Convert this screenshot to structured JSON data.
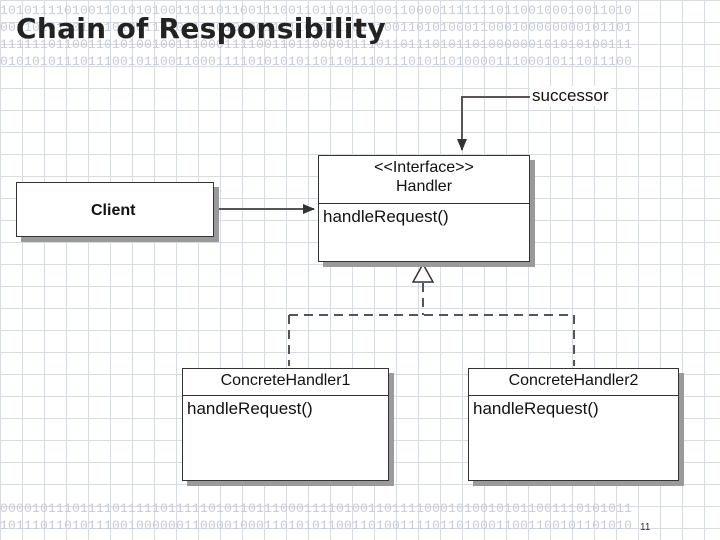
{
  "slide": {
    "title": "Chain of Responsibility",
    "page_number": "11"
  },
  "background": {
    "top_lines": [
      "1010111101001101010100110110110011100110110110100110000111111101100100010011010",
      "0011010110101101001101011100101001101101111101010011010100011000100000000101101",
      "1111110110011010100100111000111100110110000111101101110101101000000101010100111",
      "0101010111011100101100110001111010101011011011101110101101000011100010111011100"
    ],
    "bottom_lines": [
      "0000101110111101111101111101011011100011110100110111100010100101011001110101011",
      "1011101101011100100000011000010001101010110011010011110110100011001100101101010"
    ]
  },
  "diagram": {
    "client": {
      "name": "Client"
    },
    "handler": {
      "stereotype": "<<Interface>>",
      "name": "Handler",
      "operation": "handleRequest()"
    },
    "successor": {
      "label": "successor"
    },
    "concrete_handlers": [
      {
        "name": "ConcreteHandler1",
        "operation": "handleRequest()"
      },
      {
        "name": "ConcreteHandler2",
        "operation": "handleRequest()"
      }
    ]
  },
  "colors": {
    "line": "#555555",
    "box_border": "#333333",
    "shadow": "#9a9a9a",
    "grid": "#d7dce3",
    "binary_text": "#c5ccd6"
  }
}
